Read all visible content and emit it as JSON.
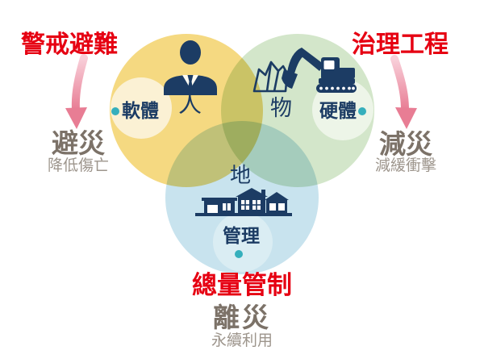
{
  "diagram_title_hint": "disaster management three-circle diagram",
  "colors": {
    "title_red": "#E60012",
    "label_navy": "#1C3C64",
    "bullet_teal": "#35AFBC",
    "people_circle_yellow": "#F5D981",
    "objects_circle_green": "#D3E6CA",
    "land_circle_blue": "#C8E3EE",
    "result_gray": "#7C7268",
    "note_gray": "#9D958C",
    "arrow_pink": "#E87D94"
  },
  "venn": {
    "people": {
      "label": "人",
      "tag": "軟體",
      "icon": "person-icon"
    },
    "objects": {
      "label": "物",
      "tag": "硬體",
      "icon": "excavator-icon"
    },
    "land": {
      "label": "地",
      "tag": "管理",
      "icon": "buildings-icon"
    }
  },
  "annotations": {
    "left": {
      "title": "警戒避難",
      "result": "避災",
      "note": "降低傷亡"
    },
    "right": {
      "title": "治理工程",
      "result": "減災",
      "note": "減緩衝擊"
    },
    "bottom": {
      "title": "總量管制",
      "result": "離災",
      "note": "永續利用"
    }
  }
}
